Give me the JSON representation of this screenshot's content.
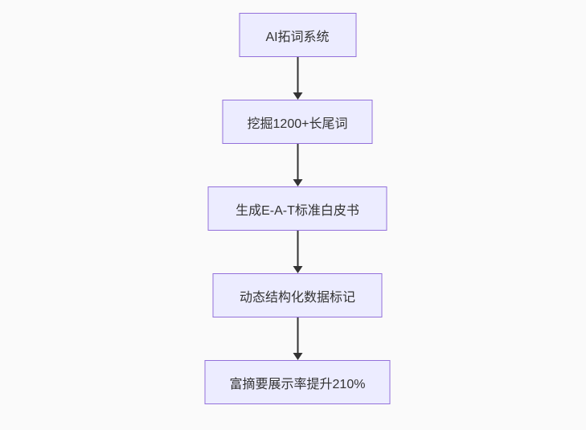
{
  "diagram": {
    "type": "flowchart",
    "direction": "top-down",
    "nodes": [
      {
        "id": "n1",
        "label": "AI拓词系统"
      },
      {
        "id": "n2",
        "label": "挖掘1200+长尾词"
      },
      {
        "id": "n3",
        "label": "生成E-A-T标准白皮书"
      },
      {
        "id": "n4",
        "label": "动态结构化数据标记"
      },
      {
        "id": "n5",
        "label": "富摘要展示率提升210%"
      }
    ],
    "edges": [
      {
        "from": "n1",
        "to": "n2",
        "style": "arrow"
      },
      {
        "from": "n2",
        "to": "n3",
        "style": "arrow"
      },
      {
        "from": "n3",
        "to": "n4",
        "style": "arrow"
      },
      {
        "from": "n4",
        "to": "n5",
        "style": "arrow"
      }
    ],
    "colors": {
      "node_fill": "#ECECFF",
      "node_border": "#9370DB",
      "arrow": "#333333",
      "text": "#333333",
      "background": "#fafafa"
    }
  }
}
